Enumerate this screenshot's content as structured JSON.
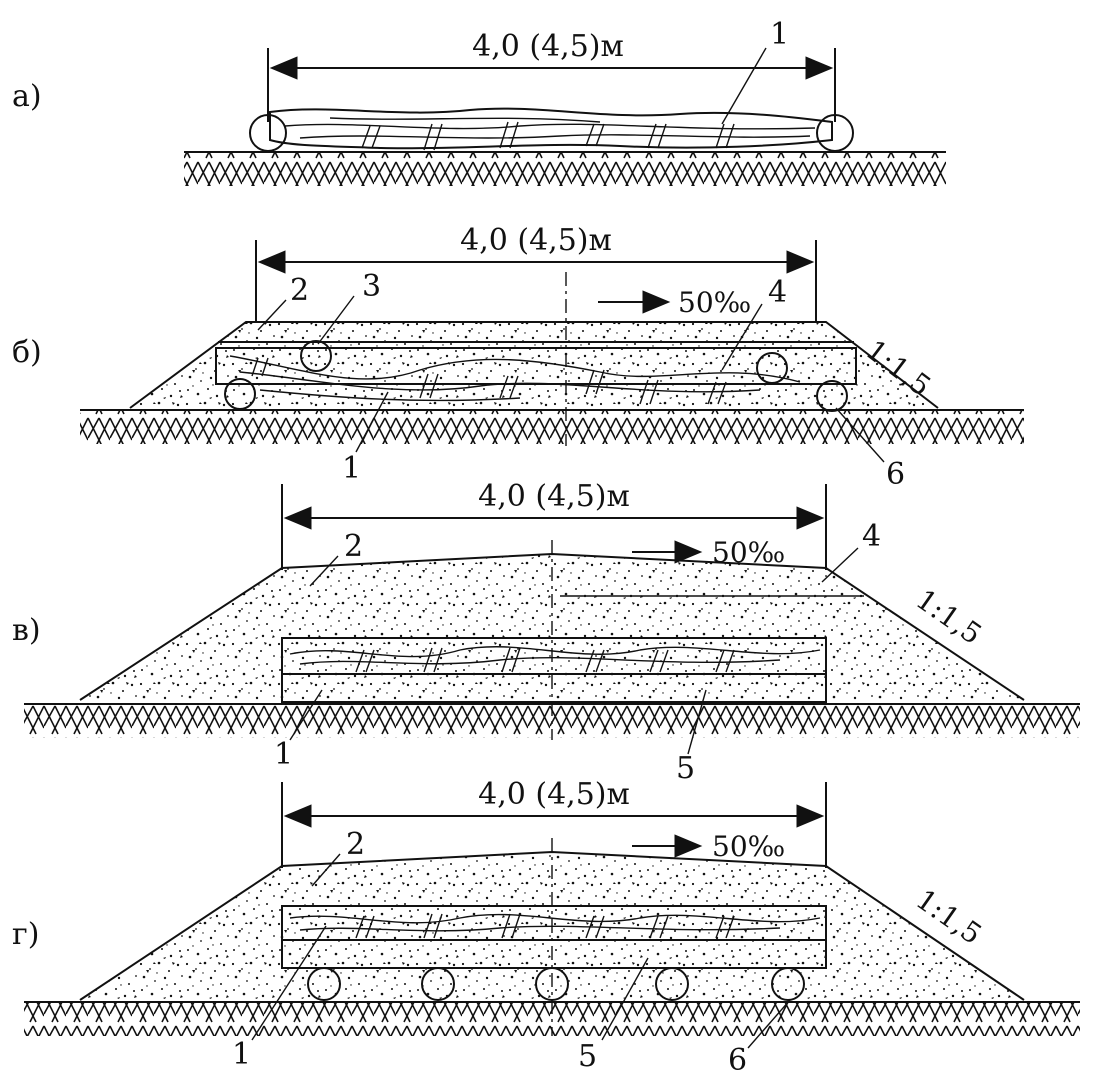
{
  "colors": {
    "ink": "#111111",
    "background": "#ffffff"
  },
  "panels": [
    {
      "id": "a",
      "letter": "а)",
      "dimension": "4,0 (4,5)м",
      "callouts": [
        "1"
      ]
    },
    {
      "id": "b",
      "letter": "б)",
      "dimension": "4,0 (4,5)м",
      "grade": "50‰",
      "slope": "1:1,5",
      "callouts": [
        "2",
        "3",
        "4",
        "1",
        "6"
      ]
    },
    {
      "id": "v",
      "letter": "в)",
      "dimension": "4,0 (4,5)м",
      "grade": "50‰",
      "slope": "1:1,5",
      "callouts": [
        "2",
        "4",
        "1",
        "5"
      ]
    },
    {
      "id": "g",
      "letter": "г)",
      "dimension": "4,0 (4,5)м",
      "grade": "50‰",
      "slope": "1:1,5",
      "callouts": [
        "2",
        "1",
        "5",
        "6"
      ]
    }
  ]
}
